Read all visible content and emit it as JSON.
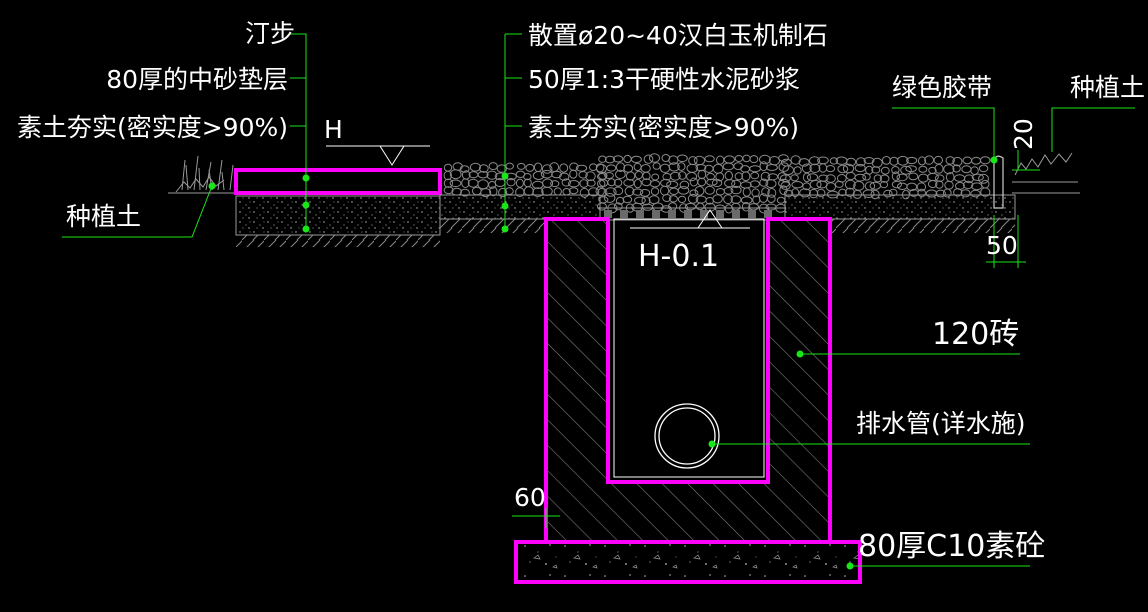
{
  "colors": {
    "background": "#000000",
    "outline": "#ff00ff",
    "leader": "#19e619",
    "text": "#ffffff",
    "hatch": "#8a8a8a"
  },
  "labels": {
    "stepping_stone": "汀步",
    "sand_cushion": "80厚的中砂垫层",
    "compacted_soil_left": "素土夯实(密实度>90%)",
    "planting_soil_left": "种植土",
    "elevation_h": "H",
    "gravel": "散置ø20~40汉白玉机制石",
    "mortar": "50厚1:3干硬性水泥砂浆",
    "compacted_soil_mid": "素土夯实(密实度>90%)",
    "green_glue_band": "绿色胶带",
    "planting_soil_right": "种植土",
    "dim_20": "20",
    "dim_50": "50",
    "elevation_h_minus": "H-0.1",
    "brick": "120砖",
    "drain_pipe": "排水管(详水施)",
    "dim_60": "60",
    "concrete_base": "80厚C10素砼"
  }
}
